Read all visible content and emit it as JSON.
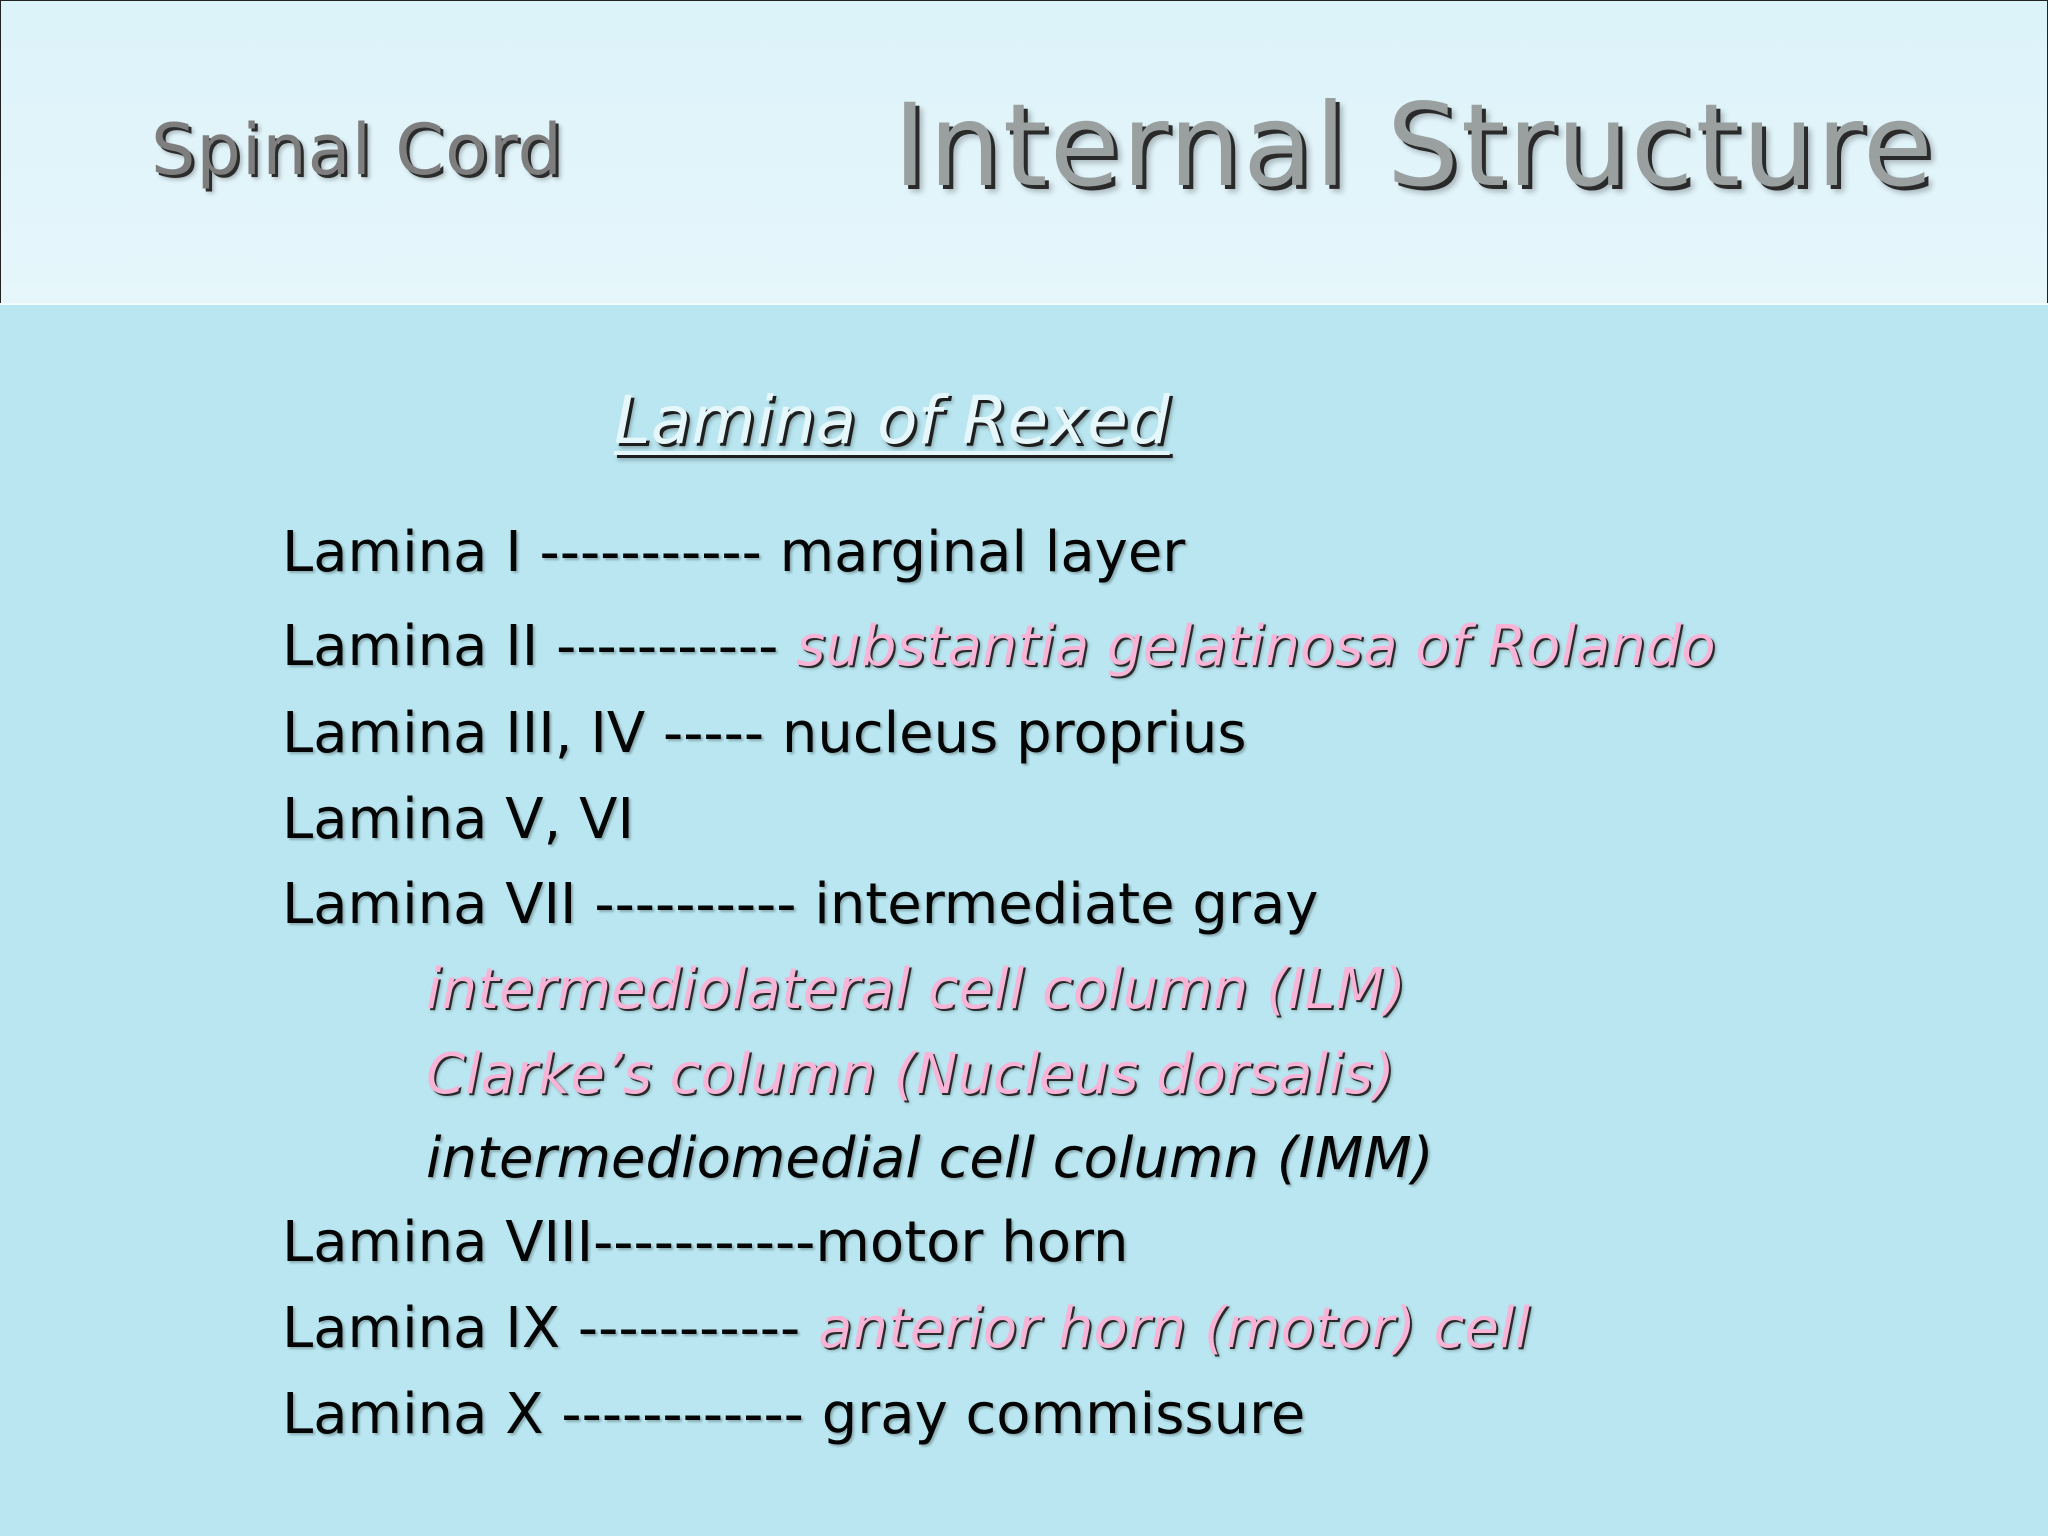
{
  "header": {
    "title_left": "Spinal Cord",
    "title_right": "Internal Structure"
  },
  "subtitle": "Lamina of Rexed",
  "lines": [
    {
      "label": "Lamina  I  -----------",
      "desc": " marginal layer"
    },
    {
      "label": "Lamina  II -----------",
      "desc": " substantia gelatinosa of Rolando"
    },
    {
      "label": "Lamina  III, IV -----",
      "desc": " nucleus proprius"
    },
    {
      "label": "Lamina  V, VI",
      "desc": ""
    },
    {
      "label": "Lamina  VII ----------",
      "desc": " intermediate gray"
    },
    {
      "label": "",
      "desc": "intermediolateral cell column (ILM)"
    },
    {
      "label": "",
      "desc": "Clarke’s column (Nucleus dorsalis)"
    },
    {
      "label": "",
      "desc": "intermediomedial cell column (IMM)"
    },
    {
      "label": "Lamina VIII-----------",
      "desc": "motor horn"
    },
    {
      "label": "Lamina IX -----------",
      "desc": " anterior horn (motor) cell"
    },
    {
      "label": "Lamina X ------------",
      "desc": " gray commissure"
    }
  ],
  "colors": {
    "background": "#b9e6f0",
    "header_background": "#e0f4fa",
    "highlight_pink": "#f7b4d7",
    "text": "#050505"
  }
}
